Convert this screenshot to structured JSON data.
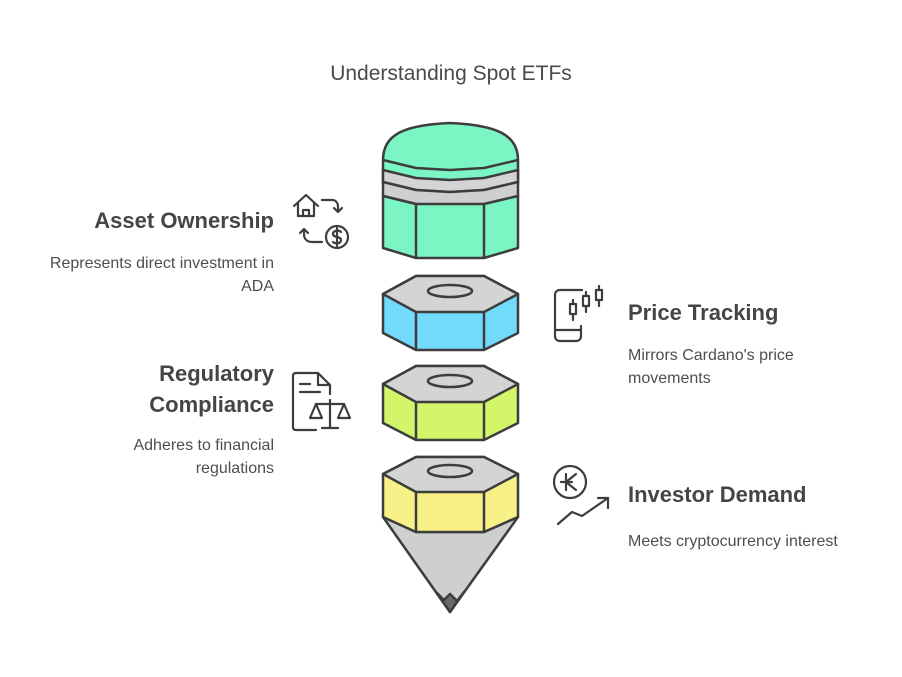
{
  "title": "Understanding Spot ETFs",
  "items": [
    {
      "heading": "Asset Ownership",
      "description": "Represents direct investment in ADA",
      "icon": "home-dollar-exchange-icon",
      "color": "#7cf5c4"
    },
    {
      "heading": "Price Tracking",
      "description": "Mirrors Cardano's price movements",
      "icon": "phone-candlestick-icon",
      "color": "#72dbfb"
    },
    {
      "heading": "Regulatory Compliance",
      "description": "Adheres to financial regulations",
      "icon": "document-scales-icon",
      "color": "#d2f56a"
    },
    {
      "heading": "Investor Demand",
      "description": "Meets cryptocurrency interest",
      "icon": "crypto-coin-growth-icon",
      "color": "#f8f187"
    }
  ]
}
